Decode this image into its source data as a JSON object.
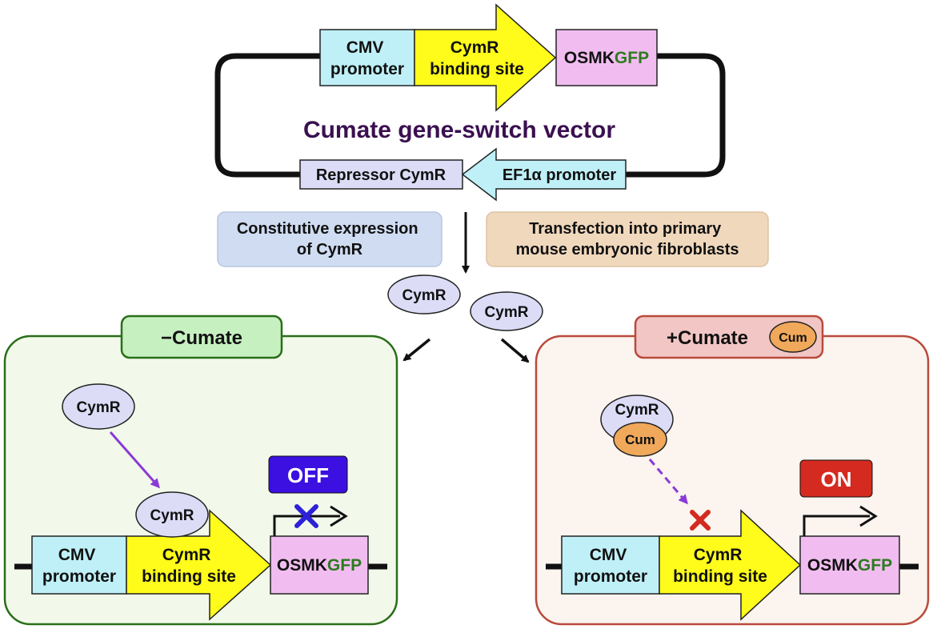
{
  "title": "Cumate gene-switch vector",
  "vector": {
    "cmv_promoter": [
      "CMV",
      "promoter"
    ],
    "cymr_binding_site": [
      "CymR",
      "binding site"
    ],
    "osmk": "OSMK",
    "gfp": "GFP",
    "repressor": "Repressor CymR",
    "ef1a_promoter": "EF1α promoter"
  },
  "steps": {
    "constitutive": [
      "Constitutive expression",
      "of CymR"
    ],
    "transfection": [
      "Transfection into primary",
      "mouse embryonic fibroblasts"
    ]
  },
  "free_cymr": [
    "CymR",
    "CymR"
  ],
  "minus_panel": {
    "header": "−Cumate",
    "cymr_free": "CymR",
    "cymr_bound": "CymR",
    "status": "OFF",
    "status_color": "#3b10e0",
    "cmv_promoter": [
      "CMV",
      "promoter"
    ],
    "cymr_binding_site": [
      "CymR",
      "binding site"
    ],
    "osmk": "OSMK",
    "gfp": "GFP"
  },
  "plus_panel": {
    "header": "+Cumate",
    "header_badge": "Cum",
    "cymr": "CymR",
    "cum": "Cum",
    "status": "ON",
    "status_color": "#d42a1f",
    "cmv_promoter": [
      "CMV",
      "promoter"
    ],
    "cymr_binding_site": [
      "CymR",
      "binding site"
    ],
    "osmk": "OSMK",
    "gfp": "GFP"
  },
  "colors": {
    "promoter": "#bff0f7",
    "binding_site": "#fffb1a",
    "osmk_gfp": "#f1bdf0",
    "gfp_text": "#2d7a1f",
    "repressor": "#dcdcf7",
    "title": "#3a1050",
    "minus_border": "#2a6e1a",
    "minus_fill": "#f2f9ea",
    "plus_border": "#b94a3c",
    "plus_fill": "#fbf4ef"
  }
}
